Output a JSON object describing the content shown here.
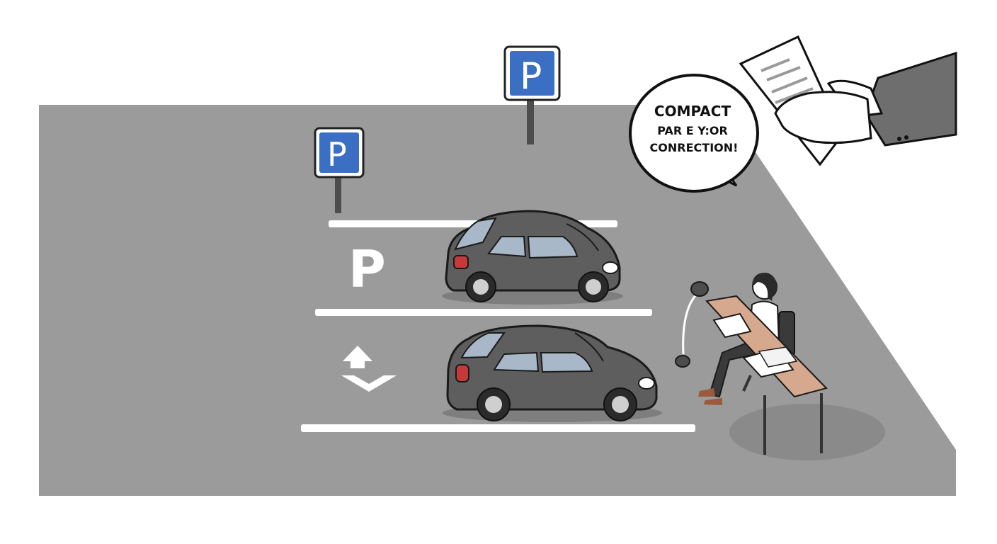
{
  "speech_bubble": {
    "line1": "COMPACT",
    "line2": "PAR E Y:OR",
    "line3": "CONRECTION!"
  },
  "signs": {
    "sign_letter": "P"
  },
  "pavement_markings": {
    "parking_letter": "P"
  },
  "colors": {
    "asphalt": "#9b9b9b",
    "sign_blue": "#3a6fc4",
    "car_body": "#5e5e5e",
    "car_window": "#a9b8c8",
    "desk_top": "#d6a98e",
    "lane_line": "#ffffff"
  },
  "icons": [
    "parking-sign-icon",
    "car-icon",
    "arrow-marking-icon",
    "desk-lamp-icon",
    "person-icon",
    "document-icon",
    "hand-icon"
  ]
}
